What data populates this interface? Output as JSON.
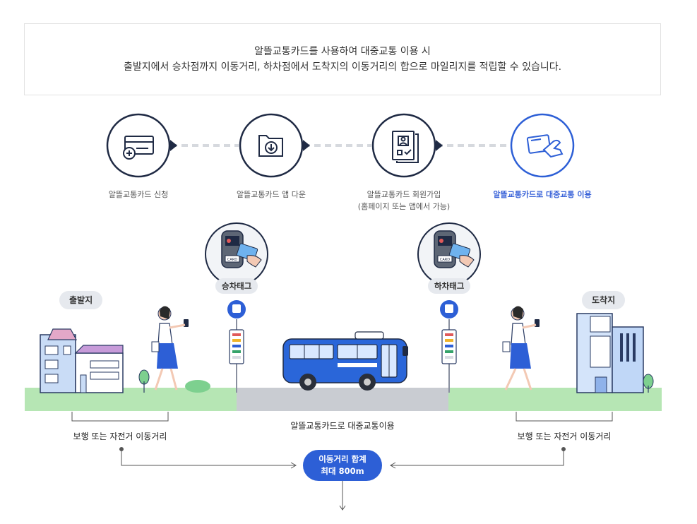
{
  "intro": {
    "line1": "알뜰교통카드를 사용하여 대중교통 이용 시",
    "line2": "출발지에서 승차점까지 이동거리, 하차점에서 도착지의 이동거리의 합으로 마일리지를 적립할 수 있습니다."
  },
  "steps": [
    {
      "label": "알뜰교통카드 신청",
      "sub": "",
      "icon": "card-apply-icon"
    },
    {
      "label": "알뜰교통카드 앱 다운",
      "sub": "",
      "icon": "app-download-icon"
    },
    {
      "label": "알뜰교통카드 회원가입",
      "sub": "(홈페이지 또는 앱에서 가능)",
      "icon": "member-join-icon"
    },
    {
      "label": "알뜰교통카드로 대중교통 이용",
      "sub": "",
      "icon": "card-use-icon"
    }
  ],
  "scene": {
    "origin": "출발지",
    "destination": "도착지",
    "board_tag": "승차태그",
    "alight_tag": "하차태그",
    "card_text": "CARD",
    "walk_left": "보행 또는 자전거 이동거리",
    "transit": "알뜰교통카드로 대중교통이용",
    "walk_right": "보행 또는 자전거 이동거리"
  },
  "total": {
    "line1": "이동거리 합계",
    "line2": "최대 800m"
  },
  "colors": {
    "accent": "#2d5fd6",
    "navy": "#1f2a44",
    "grass": "#b6e6b4",
    "road": "#c9ccd2",
    "bus": "#2a66d9"
  }
}
